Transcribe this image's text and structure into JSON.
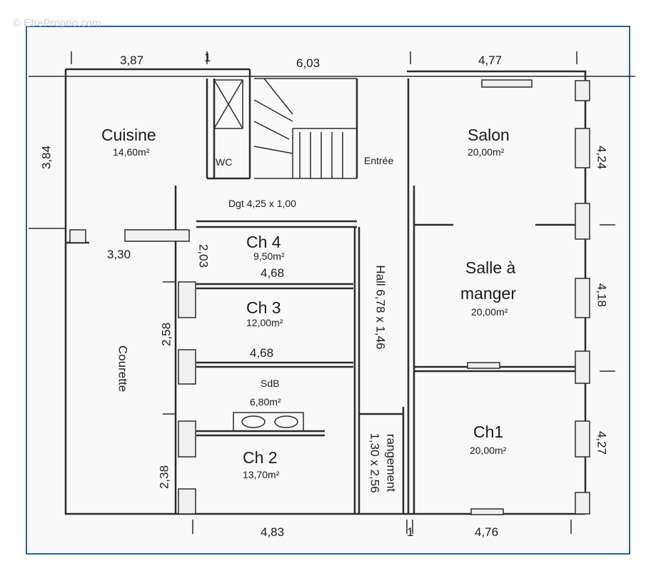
{
  "watermark": "© EtreProprio.com",
  "rooms": {
    "cuisine": {
      "name": "Cuisine",
      "area": "14,60m²"
    },
    "wc": {
      "name": "WC"
    },
    "entree": {
      "name": "Entrée"
    },
    "salon": {
      "name": "Salon",
      "area": "20,00m²"
    },
    "dgt": {
      "name": "Dgt 4,25 x 1,00"
    },
    "ch4": {
      "name": "Ch 4",
      "area": "9,50m²",
      "dim": "4,68"
    },
    "ch3": {
      "name": "Ch 3",
      "area": "12,00m²",
      "dim": "4,68"
    },
    "sdb": {
      "name": "SdB",
      "area": "6,80m²"
    },
    "ch2": {
      "name": "Ch 2",
      "area": "13,70m²"
    },
    "salle": {
      "name_line1": "Salle à",
      "name_line2": "manger",
      "area": "20,00m²"
    },
    "ch1": {
      "name": "Ch1",
      "area": "20,00m²"
    },
    "hall": {
      "name": "Hall 6,78 x 1,46"
    },
    "rangement": {
      "name_line1": "rangement",
      "name_line2": "1,30 x 2,56"
    },
    "courette": {
      "name": "Courette"
    }
  },
  "dimensions": {
    "top_left": "3,87",
    "top_mid_small": "1",
    "top_mid": "6,03",
    "top_right": "4,77",
    "left_top": "3,84",
    "left_mid": "3,30",
    "left_203": "2,03",
    "left_258": "2,58",
    "left_238": "2,38",
    "right_424": "4,24",
    "right_418": "4,18",
    "right_427": "4,27",
    "bottom_mid": "4,83",
    "bottom_small": "1",
    "bottom_right": "4,76"
  },
  "colors": {
    "frame": "#2f5f9e",
    "wall": "#2a2a2a"
  }
}
